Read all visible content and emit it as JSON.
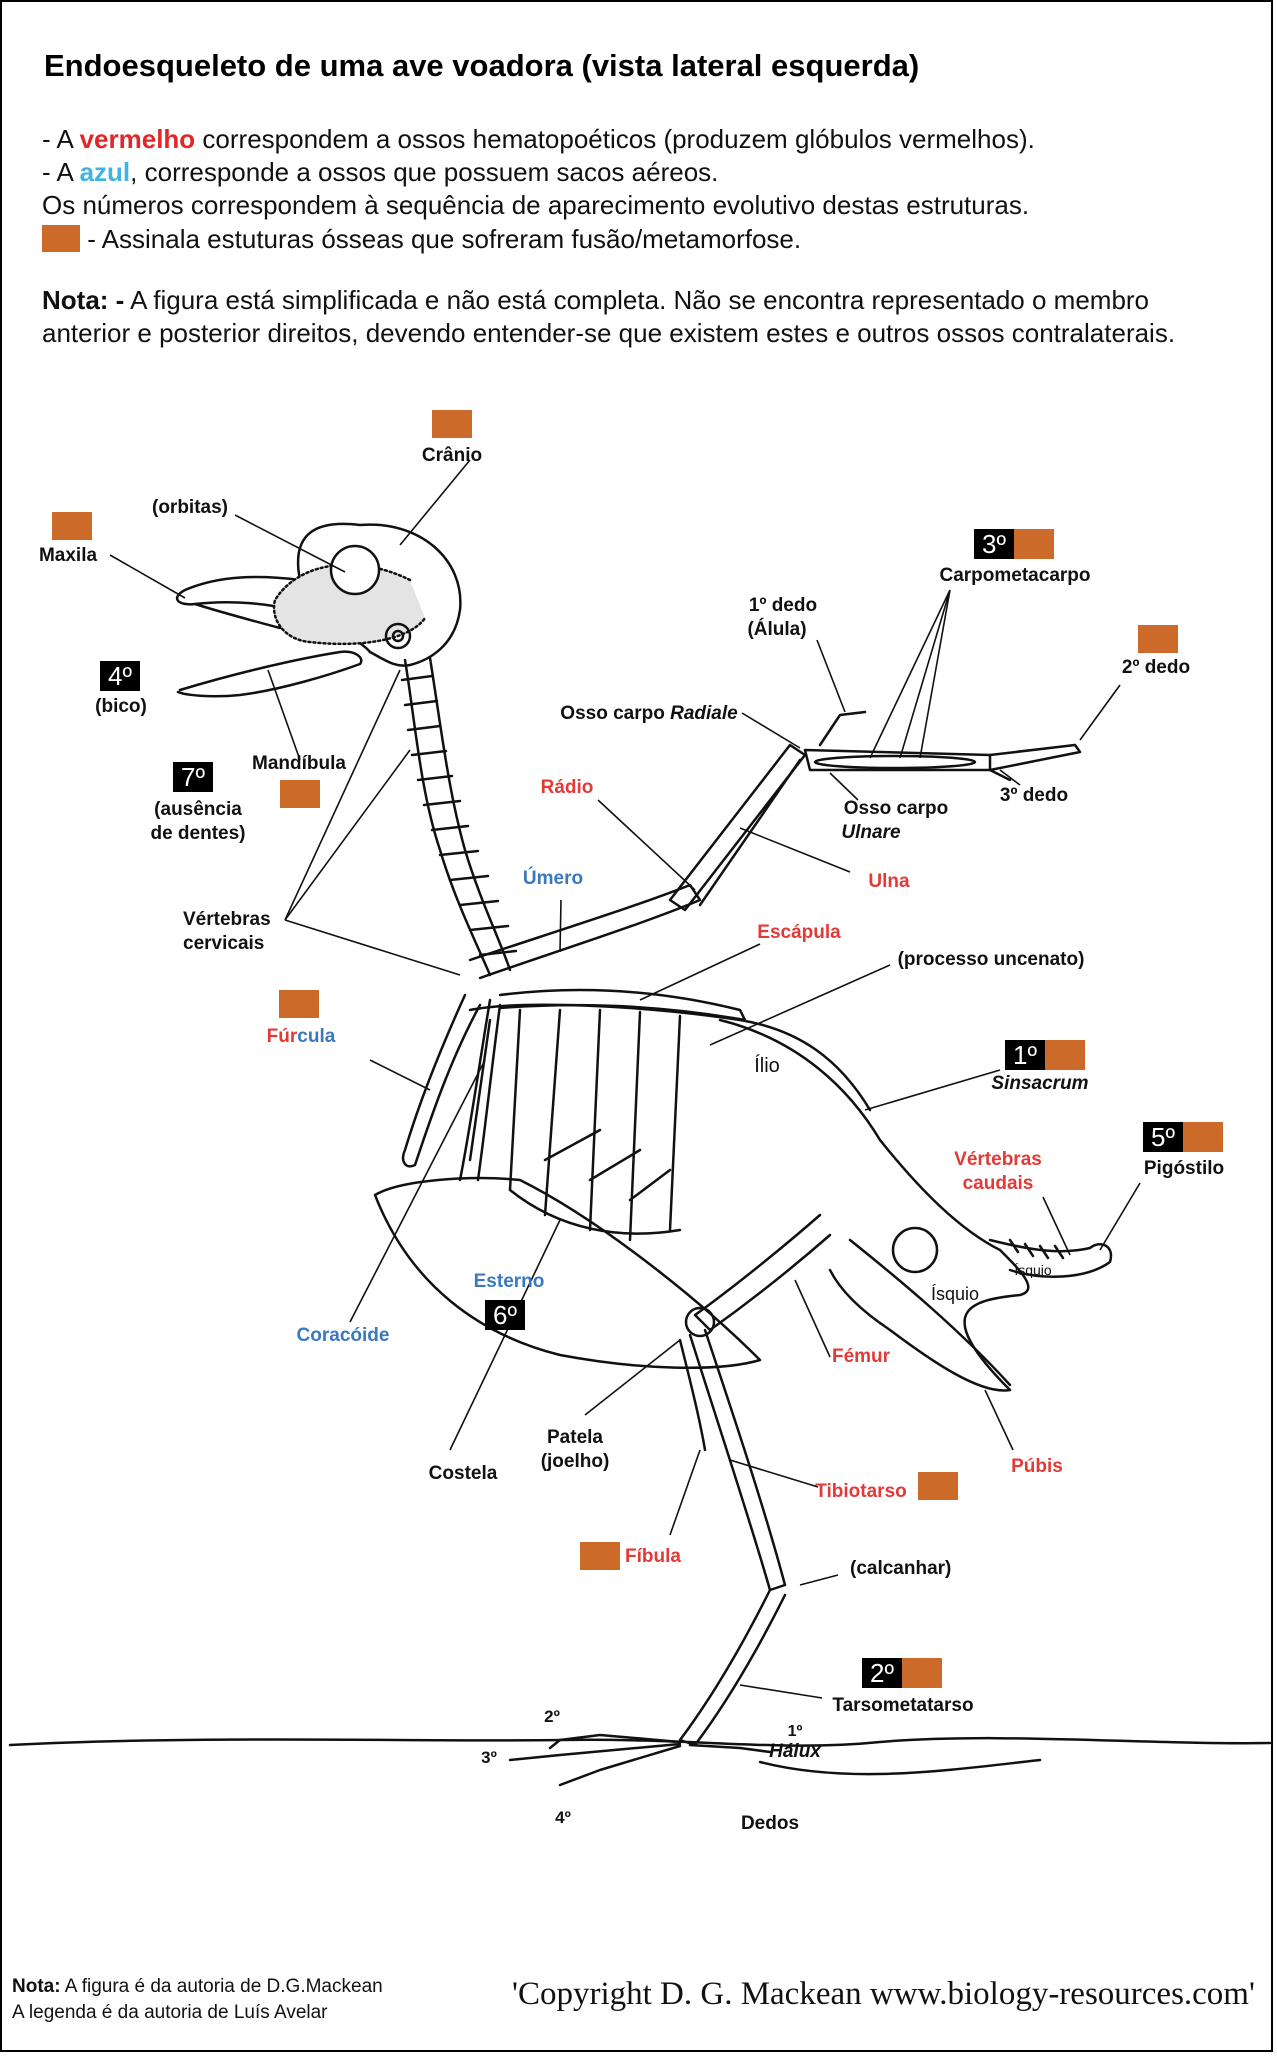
{
  "title": "Endoesqueleto de uma ave voadora (vista lateral esquerda)",
  "legend": {
    "red_prefix": "- A ",
    "red_word": "vermelho",
    "red_rest": " correspondem a ossos hematopoéticos (produzem glóbulos vermelhos).",
    "blue_prefix": "- A ",
    "blue_word": "azul",
    "blue_rest": ", corresponde a ossos que possuem sacos aéreos.",
    "numbers_line": "Os números correspondem à sequência de aparecimento evolutivo destas estruturas.",
    "swatch_line": " - Assinala estuturas ósseas que sofreram fusão/metamorfose.",
    "note_bold": "Nota: -",
    "note_text_1": " A figura está simplificada e não está completa. Não se encontra representado o membro",
    "note_text_2": "anterior e posterior direitos, devendo entender-se que existem estes e outros ossos contralaterais."
  },
  "labels": {
    "cranio": "Crânio",
    "orbitas": "(orbitas)",
    "maxila": "Maxila",
    "bico": "(bico)",
    "mandibula": "Mandíbula",
    "ausencia_1": "(ausência",
    "ausencia_2": "de dentes)",
    "vertebras_cerv_1": "Vértebras",
    "vertebras_cerv_2": "cervicais",
    "furcula_red": "Fúr",
    "furcula_blue": "cula",
    "coracoide": "Coracóide",
    "esterno": "Esterno",
    "costela": "Costela",
    "patela_1": "Patela",
    "patela_2": "(joelho)",
    "fibula": "Fíbula",
    "tibiotarso": "Tibiotarso",
    "calcanhar": "(calcanhar)",
    "tarsometatarso": "Tarsometatarso",
    "dedos": "Dedos",
    "halux_num": "1º",
    "halux": "Hálux",
    "toe2": "2º",
    "toe3": "3º",
    "toe4": "4º",
    "femur": "Fémur",
    "pubis": "Púbis",
    "isquio": "Ísquio",
    "isquio_small": "Ísquio",
    "vert_caudais_1": "Vértebras",
    "vert_caudais_2": "caudais",
    "pigostilo": "Pigóstilo",
    "sinsacrum": "Sinsacrum",
    "ilio": "Ílio",
    "processo": "(processo uncenato)",
    "escapula": "Escápula",
    "umero": "Úmero",
    "radio": "Rádio",
    "ulna": "Ulna",
    "carpo_radiale_1": "Osso carpo ",
    "carpo_radiale_2": "Radiale",
    "carpo_ulnare_1": "Osso carpo",
    "carpo_ulnare_2": "Ulnare",
    "dedo3": "3º dedo",
    "dedo1_1": "1º dedo",
    "dedo1_2": "(Álula)",
    "carpometacarpo": "Carpometacarpo",
    "dedo2": "2º dedo"
  },
  "badges": {
    "carpometacarpo": "3º",
    "bico": "4º",
    "ausencia": "7º",
    "sinsacrum": "1º",
    "pigostilo": "5º",
    "esterno": "6º",
    "tarsometatarso": "2º"
  },
  "colors": {
    "fusion_marker": "#cc6a2a",
    "red_label": "#e23a36",
    "blue_label": "#3a78c2",
    "badge_bg": "#000000"
  },
  "footer": {
    "note_bold": "Nota:",
    "note_1": " A figura é da autoria de D.G.Mackean",
    "note_2": "A legenda é da autoria de Luís Avelar",
    "copyright": "'Copyright D. G. Mackean www.biology-resources.com'"
  }
}
